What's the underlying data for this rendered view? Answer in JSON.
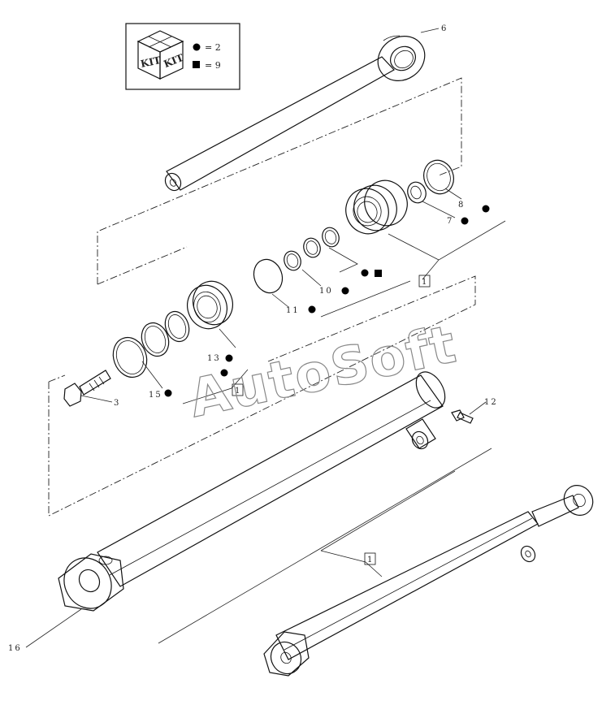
{
  "legend": {
    "kit_icon_text": "KIT",
    "rows": [
      {
        "symbol": "circle",
        "text": "= 2"
      },
      {
        "symbol": "square",
        "text": "= 9"
      }
    ]
  },
  "callouts": {
    "c1_top": "1",
    "c1_mid": "1",
    "c1_bottom": "1",
    "c3": "3",
    "c6": "6",
    "c7": "7",
    "c8": "8",
    "c10": "10",
    "c11": "11",
    "c12": "12",
    "c13": "13",
    "c15": "15",
    "c16": "16"
  },
  "watermark": "AutoSoft"
}
